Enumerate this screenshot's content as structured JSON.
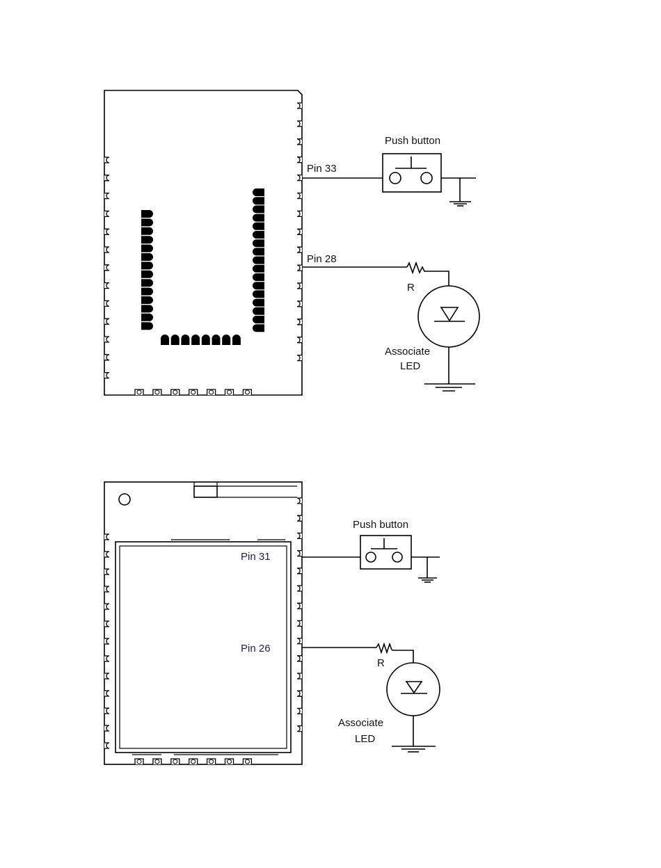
{
  "diagram_top": {
    "pin_button_label": "Pin 33",
    "pin_led_label": "Pin 28",
    "button_label": "Push button",
    "resistor_label": "R",
    "led_label_line1": "Associate",
    "led_label_line2": "LED"
  },
  "diagram_bottom": {
    "pin_button_label": "Pin 31",
    "pin_led_label": "Pin 26",
    "button_label": "Push button",
    "resistor_label": "R",
    "led_label_line1": "Associate",
    "led_label_line2": "LED"
  },
  "colors": {
    "line": "#000000",
    "pin_label_bottom": "#1c1f5a"
  }
}
